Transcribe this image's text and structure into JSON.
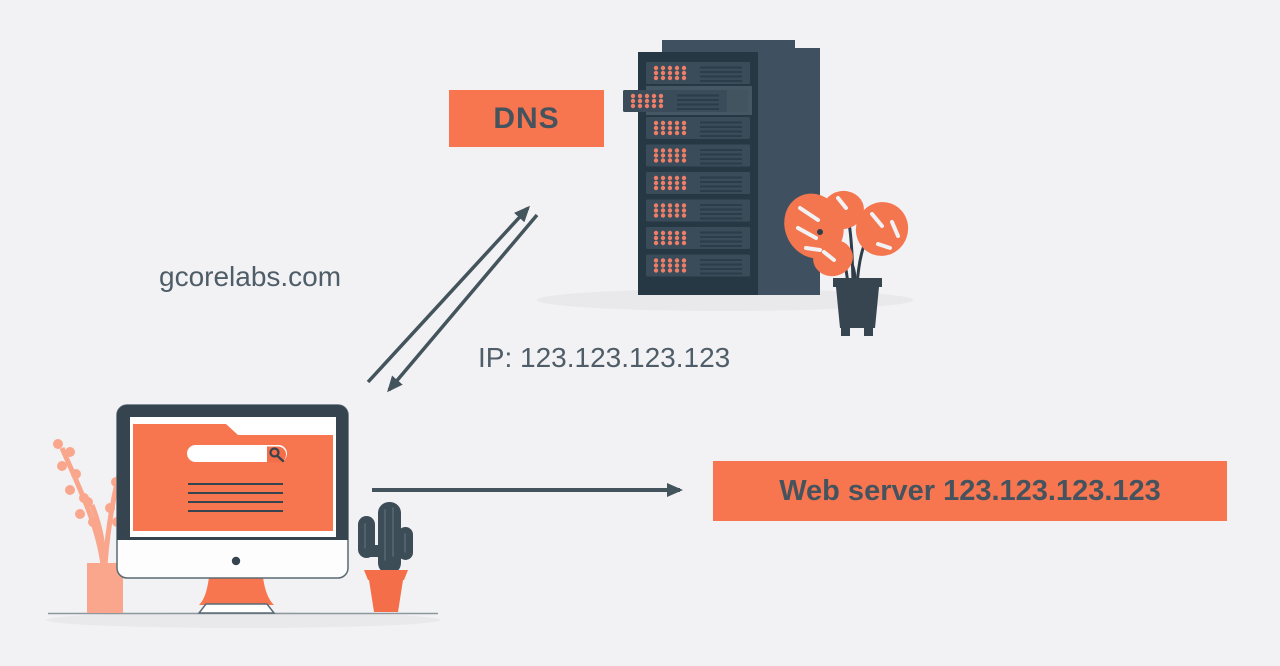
{
  "diagram": {
    "dns_box": {
      "label": "DNS"
    },
    "web_server_box": {
      "label": "Web server 123.123.123.123"
    },
    "query_label": "gcorelabs.com",
    "response_label": "IP: 123.123.123.123"
  },
  "icons": {
    "search_icon": "magnifier",
    "dns_query_arrow": "arrow-up-right",
    "dns_response_arrow": "arrow-down-left",
    "web_request_arrow": "arrow-right"
  },
  "colors": {
    "background": "#f2f2f4",
    "accent_orange": "#f7764f",
    "accent_orange_deep": "#f46f49",
    "accent_light_salmon": "#f9a68c",
    "slate_front": "#273845",
    "slate_side": "#3f5060",
    "slate_unit": "#3a4c59",
    "slate_monitor": "#35444f",
    "arrow_slate": "#44545d",
    "text_slate": "#4e5d68",
    "box_text_slate": "#45535e",
    "shadow_gray": "#e9e9eb",
    "server_dot_orange": "#ee7e68"
  }
}
